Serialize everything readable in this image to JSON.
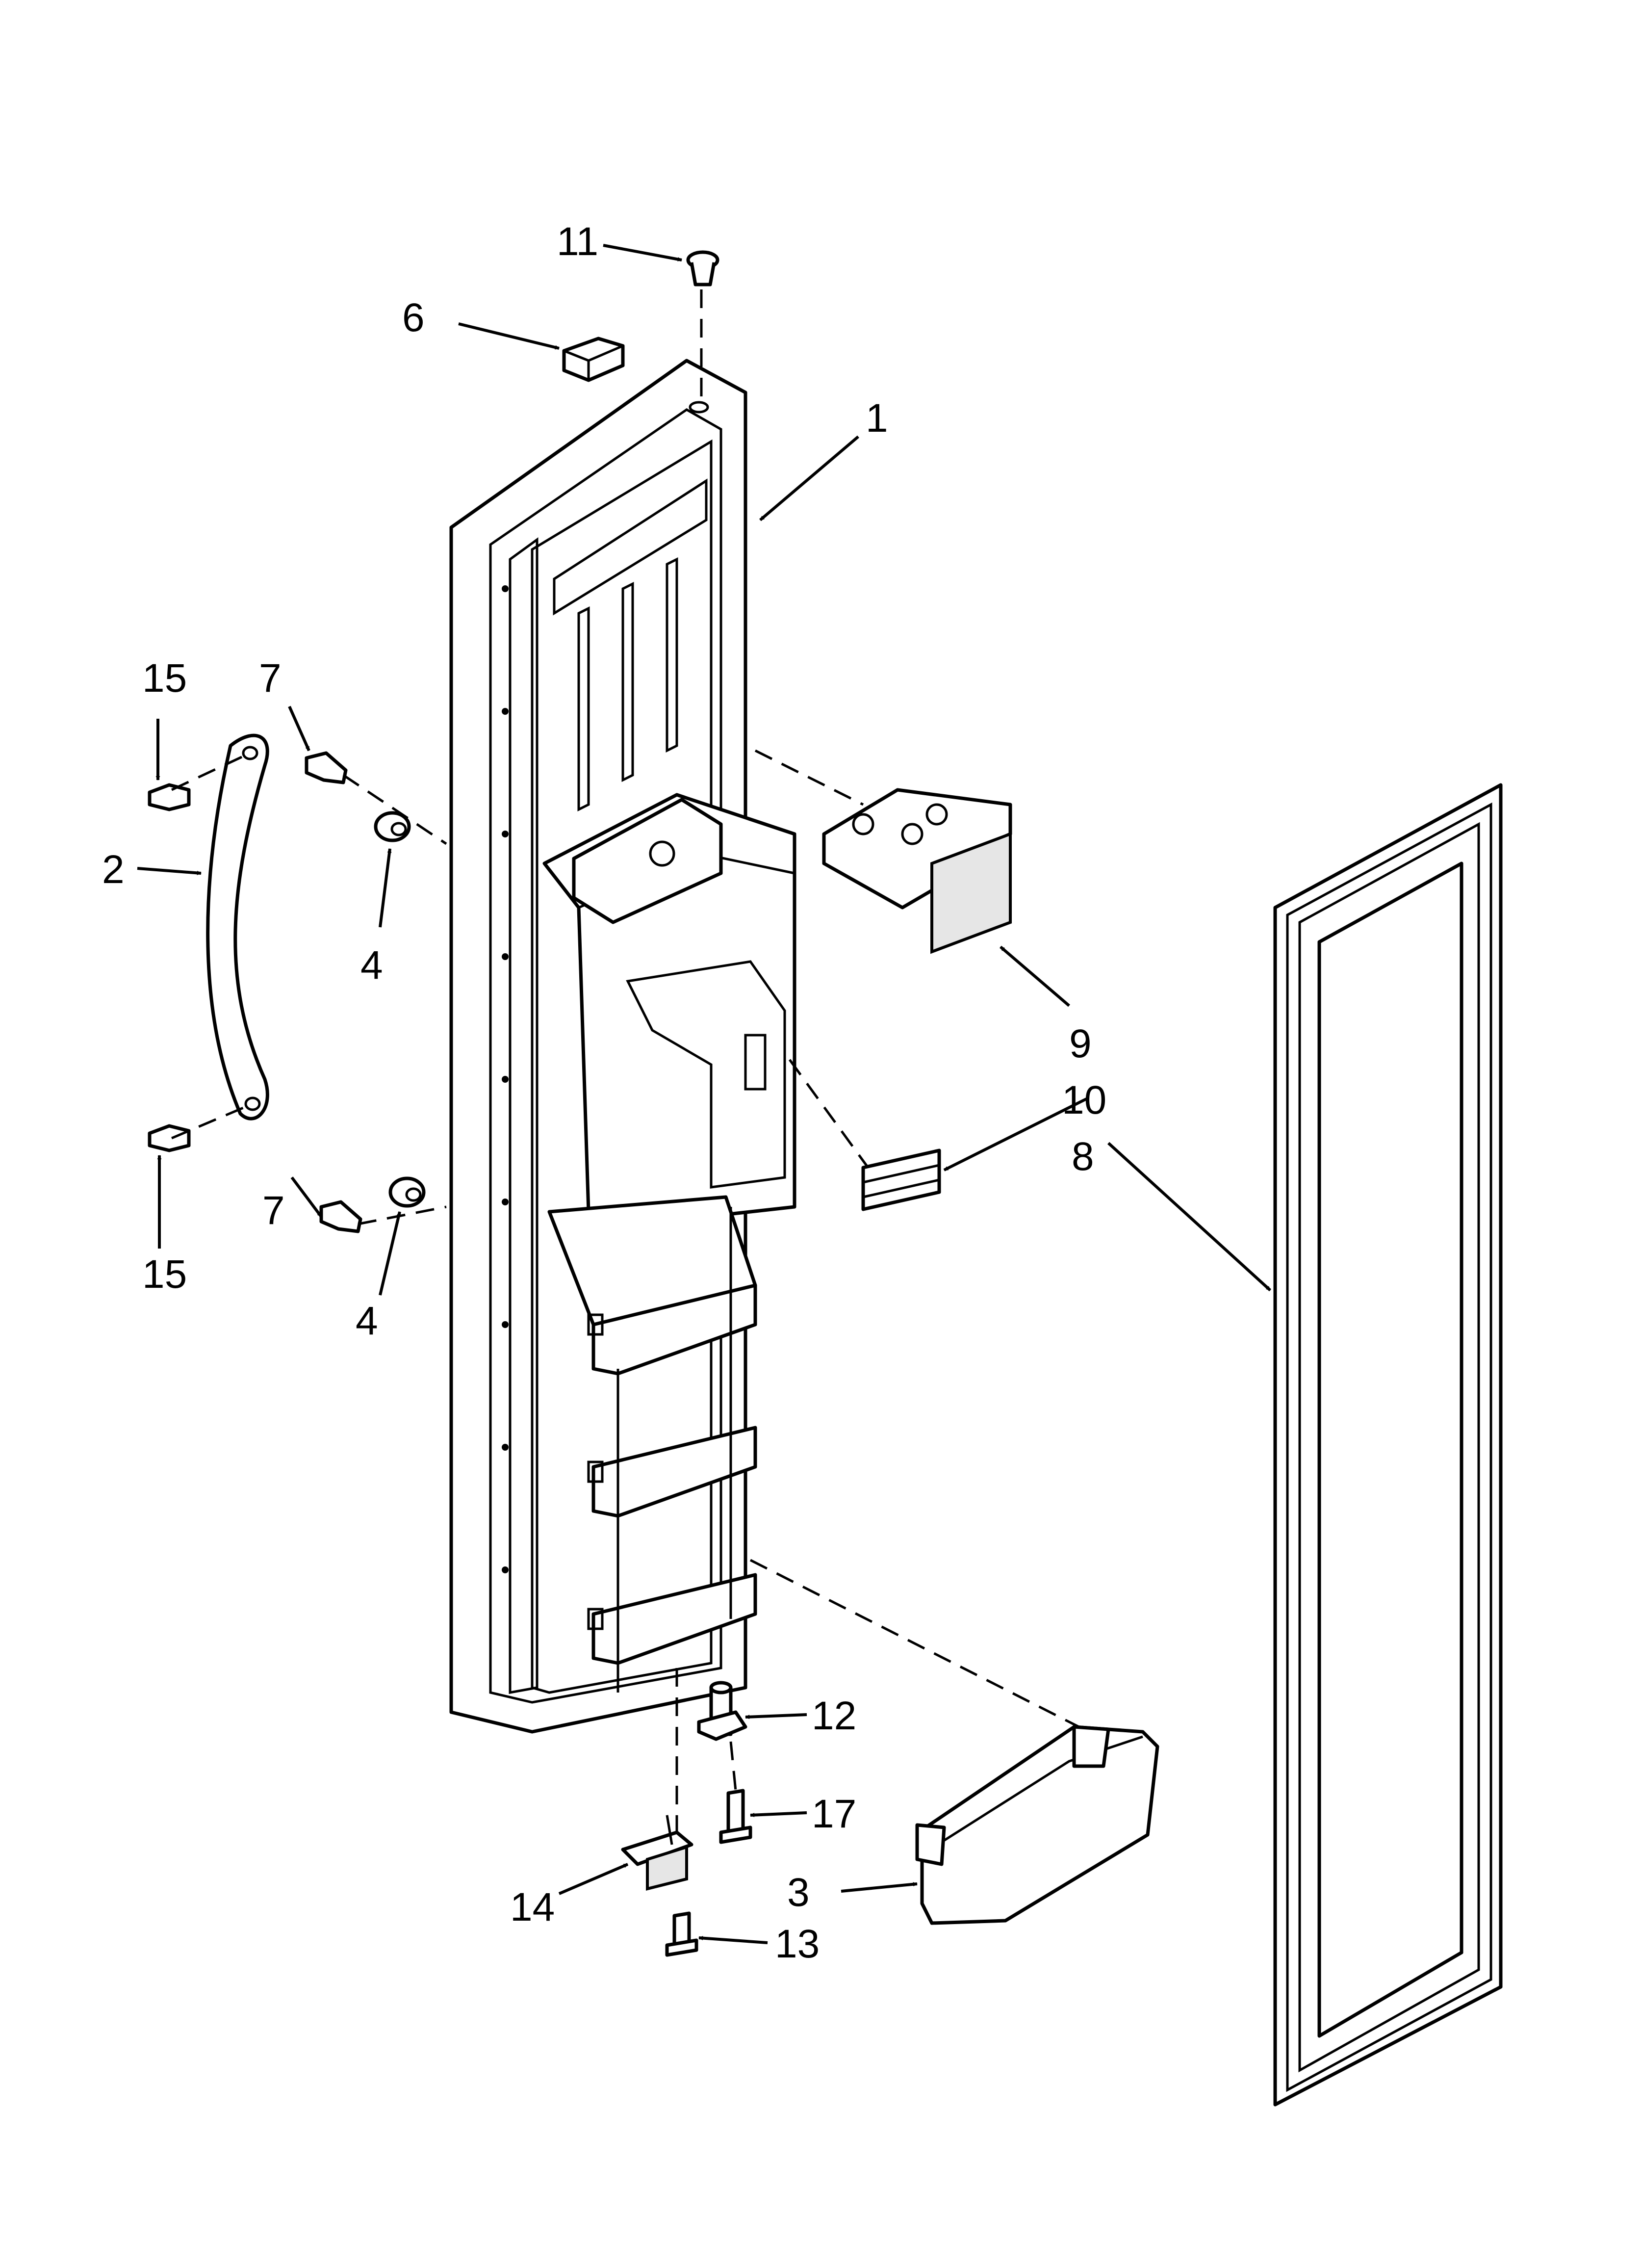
{
  "callouts": [
    {
      "id": "11",
      "label": "11"
    },
    {
      "id": "6",
      "label": "6"
    },
    {
      "id": "1",
      "label": "1"
    },
    {
      "id": "15a",
      "label": "15"
    },
    {
      "id": "7a",
      "label": "7"
    },
    {
      "id": "2",
      "label": "2"
    },
    {
      "id": "4a",
      "label": "4"
    },
    {
      "id": "9",
      "label": "9"
    },
    {
      "id": "10",
      "label": "10"
    },
    {
      "id": "8",
      "label": "8"
    },
    {
      "id": "7b",
      "label": "7"
    },
    {
      "id": "15b",
      "label": "15"
    },
    {
      "id": "4b",
      "label": "4"
    },
    {
      "id": "12",
      "label": "12"
    },
    {
      "id": "17",
      "label": "17"
    },
    {
      "id": "3",
      "label": "3"
    },
    {
      "id": "14",
      "label": "14"
    },
    {
      "id": "13",
      "label": "13"
    }
  ],
  "palette": {
    "line": "#000000",
    "background": "#ffffff",
    "shade": "#e6e6e6"
  }
}
